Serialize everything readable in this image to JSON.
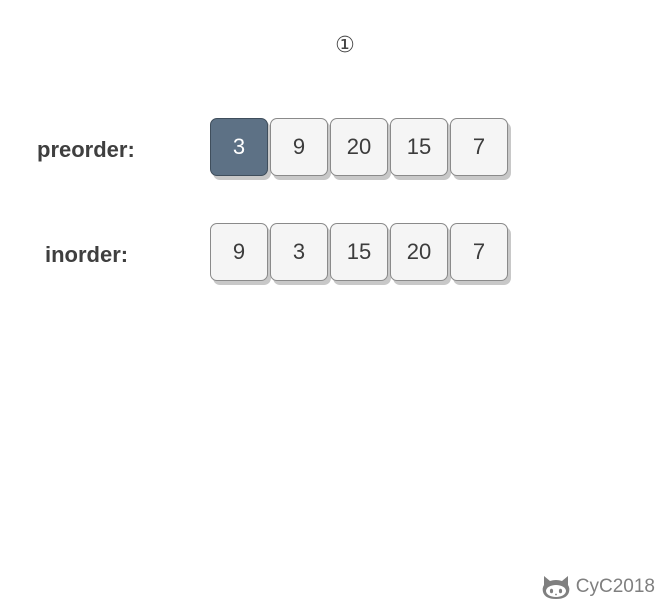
{
  "step_marker": "①",
  "preorder": {
    "label": "preorder:",
    "cells": [
      "3",
      "9",
      "20",
      "15",
      "7"
    ],
    "highlighted_index": 0
  },
  "inorder": {
    "label": "inorder:",
    "cells": [
      "9",
      "3",
      "15",
      "20",
      "7"
    ]
  },
  "watermark": {
    "icon": "github-octocat-icon",
    "text": "CyC2018"
  },
  "colors": {
    "highlight_fill": "#5d7185",
    "cell_fill": "#f5f5f5",
    "cell_border": "#8a8a8a"
  }
}
